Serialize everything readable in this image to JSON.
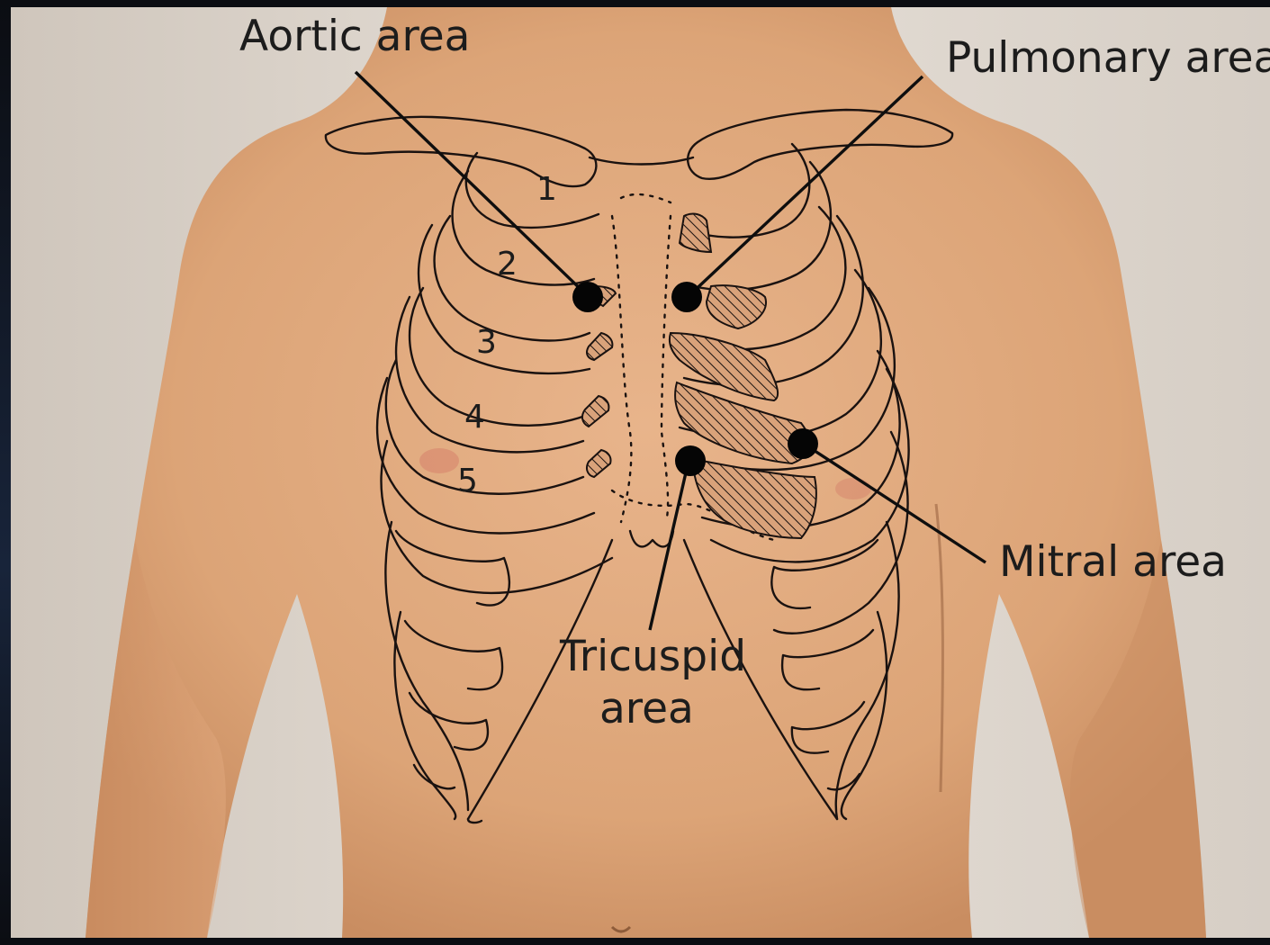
{
  "figure": {
    "labels": {
      "aortic": "Aortic area",
      "pulmonary": "Pulmonary area",
      "mitral": "Mitral area",
      "tricuspid_line1": "Tricuspid",
      "tricuspid_line2": "area"
    },
    "intercostal_numbers": [
      "1",
      "2",
      "3",
      "4",
      "5"
    ],
    "colors": {
      "background": "#ded6cd",
      "skin": "#dfa97f",
      "ink": "#1a1210",
      "frame": "#0b0d12"
    }
  }
}
